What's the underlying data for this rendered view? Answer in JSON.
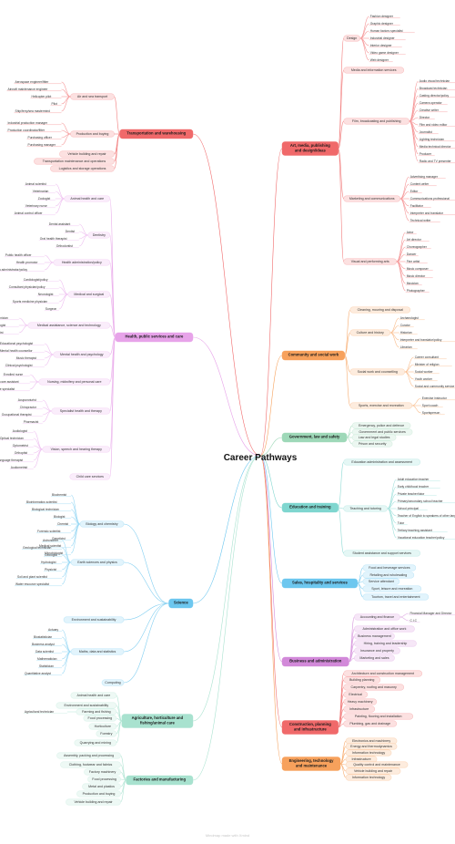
{
  "root": "Career Pathways",
  "footer": "Mindmap made with Xmind",
  "colors": {
    "red": "#f0696a",
    "orange": "#f7a15c",
    "green": "#9ed8b8",
    "teal": "#7fd6cf",
    "blue": "#6dc7ef",
    "pink": "#e7a3e9",
    "mint": "#a8e2cf",
    "purple": "#d289d9",
    "lavender": "#e6b5ec"
  },
  "branches": [
    {
      "label": "Transportation and warehousing",
      "color": "red",
      "children": [
        {
          "label": "Air and sea transport",
          "children": [
            "Aerospace engineer/fitter",
            "Aircraft maintenance engineer",
            "Helicopter pilot",
            "Pilot",
            "Ship/ferry/sea mastermind"
          ]
        },
        {
          "label": "Production and buying",
          "children": [
            "Industrial production manager",
            "Production coordinator/fitter",
            "Purchasing officer",
            "Purchasing manager"
          ]
        },
        {
          "label": "Vehicle building and repair",
          "children": []
        },
        {
          "label": "Transportation maintenance and operations",
          "children": []
        },
        {
          "label": "Logistics and storage operations",
          "children": []
        }
      ]
    },
    {
      "label": "Health, public services and care",
      "color": "pink",
      "children": [
        {
          "label": "Animal health and care",
          "children": [
            "Animal scientist",
            "Veterinarian",
            "Zoologist",
            "Veterinary nurse",
            "Animal control officer"
          ]
        },
        {
          "label": "Dentistry",
          "children": [
            "Dental assistant",
            "Dentist",
            "Oral health therapist",
            "Orthodontist"
          ]
        },
        {
          "label": "Health administration/policy",
          "children": [
            "Public health officer",
            "Health promotor",
            "Health data administrator/policy"
          ]
        },
        {
          "label": "Medical and surgical",
          "children": [
            "Cardiologist/policy",
            "Consultant physician/policy",
            "Neurologist",
            "Sports medicine physician",
            "Surgeon"
          ]
        },
        {
          "label": "Medical assistance, science and technology",
          "children": [
            "Anaesthetic technician",
            "Medical imaging technologist",
            "Medical laboratory scientist"
          ]
        },
        {
          "label": "Mental health and psychology",
          "children": [
            "Educational psychologist",
            "Mental health counsellor",
            "Music therapist",
            "Clinical psychologist"
          ]
        },
        {
          "label": "Nursing, midwifery and personal care",
          "children": [
            "Enrolled nurse",
            "Health care assistant",
            "Clinical nurse specialist"
          ]
        },
        {
          "label": "Specialist health and therapy",
          "children": [
            "Acupuncturist",
            "Chiropractor",
            "Occupational therapist",
            "Pharmacist"
          ]
        },
        {
          "label": "Vision, speech and hearing therapy",
          "children": [
            "Audiologist",
            "Optical technician",
            "Optometrist",
            "Orthoptist",
            "Speech language therapist",
            "Audiometrist"
          ]
        },
        {
          "label": "Child care services",
          "children": []
        }
      ]
    },
    {
      "label": "Science",
      "color": "blue",
      "children": [
        {
          "label": "Biology and chemistry",
          "children": [
            "Biochemist",
            "Bioinformatics scientist",
            "Biological technician",
            "Biologist",
            "Chemist",
            "Forensic scientist",
            "Geneticist",
            "Medical scientist",
            "Microbiologist"
          ]
        },
        {
          "label": "Earth sciences and physics",
          "children": [
            "Astronomer",
            "Geological technician",
            "Geologist",
            "Hydrologist",
            "Physicist",
            "Soil and plant scientist",
            "Water resource specialist"
          ]
        },
        {
          "label": "Environment and sustainability",
          "children": []
        },
        {
          "label": "Maths, data and statistics",
          "children": [
            "Actuary",
            "Biostatistician",
            "Business analyst",
            "Data scientist",
            "Mathematician",
            "Statistician",
            "Quantitative analyst"
          ]
        },
        {
          "label": "Computing",
          "children": []
        }
      ]
    },
    {
      "label": "Agriculture, horticulture and fishing/animal care",
      "color": "mint",
      "children": [
        {
          "label": "Animal health and care",
          "children": []
        },
        {
          "label": "Environment and sustainability",
          "children": []
        },
        {
          "label": "Farming and fishing",
          "children": [
            "Agricultural technician"
          ]
        },
        {
          "label": "Food processing",
          "children": []
        },
        {
          "label": "Horticulture",
          "children": []
        },
        {
          "label": "Forestry",
          "children": []
        },
        {
          "label": "Quarrying and mining",
          "children": []
        }
      ]
    },
    {
      "label": "Factories and manufacturing",
      "color": "mint",
      "children": [
        {
          "label": "Assembly, packing and processing",
          "children": []
        },
        {
          "label": "Clothing, footwear and fabrics",
          "children": []
        },
        {
          "label": "Factory machinery",
          "children": []
        },
        {
          "label": "Food processing",
          "children": []
        },
        {
          "label": "Metal and plastics",
          "children": []
        },
        {
          "label": "Production and buying",
          "children": []
        },
        {
          "label": "Vehicle building and repair",
          "children": []
        }
      ]
    },
    {
      "label": "Art, media, publishing and design/ideas",
      "color": "red",
      "children": [
        {
          "label": "Design",
          "children": [
            "Fashion designer",
            "Graphic designer",
            "Human factors specialist",
            "Industrial designer",
            "Interior designer",
            "Video game designer",
            "Web designer"
          ]
        },
        {
          "label": "Media and information services",
          "children": []
        },
        {
          "label": "Film, broadcasting and publishing",
          "children": [
            "Audio visual technician",
            "Broadcast technician",
            "Casting director/policy",
            "Camera operator",
            "Creative writer",
            "Director",
            "Film and video editor",
            "Journalist",
            "Lighting technician",
            "Media technical director",
            "Producer",
            "Radio and TV presenter"
          ]
        },
        {
          "label": "Marketing and communications",
          "children": [
            "Advertising manager",
            "Content writer",
            "Editor",
            "Communications professional",
            "Facilitator",
            "Interpreter and translator",
            "Technical writer"
          ]
        },
        {
          "label": "Visual and performing arts",
          "children": [
            "Actor",
            "Art director",
            "Choreographer",
            "Dancer",
            "Fine artist",
            "Music composer",
            "Music director",
            "Musician",
            "Photographer"
          ]
        }
      ]
    },
    {
      "label": "Community and social work",
      "color": "orange",
      "children": [
        {
          "label": "Cleaning, mouring and disposal",
          "children": []
        },
        {
          "label": "Culture and history",
          "children": [
            "Archaeologist",
            "Curator",
            "Historian",
            "Interpreter and translator/policy",
            "Librarian"
          ]
        },
        {
          "label": "Social work and counselling",
          "children": [
            "Career consultant",
            "Minister of religion",
            "Social worker",
            "Youth worker",
            "Social and community service manager"
          ]
        },
        {
          "label": "Sports, exercise and recreation",
          "children": [
            "Exercise instructor",
            "Sport coach",
            "Sportsperson"
          ]
        }
      ]
    },
    {
      "label": "Government, law and safety",
      "color": "green",
      "children": [
        {
          "label": "Emergency, police and defence",
          "children": []
        },
        {
          "label": "Government and public services",
          "children": []
        },
        {
          "label": "Law and legal studies",
          "children": []
        },
        {
          "label": "Prison and security",
          "children": []
        }
      ]
    },
    {
      "label": "Education and training",
      "color": "teal",
      "children": [
        {
          "label": "Education administration and assessment",
          "children": []
        },
        {
          "label": "Teaching and tutoring",
          "children": [
            "Adult education teacher",
            "Early childhood teacher",
            "Private teacher/tutor",
            "Primary/secondary school teacher",
            "School principal",
            "Teacher of English to speakers of other languages",
            "Tutor",
            "Tertiary teaching assistant",
            "Vocational education teacher/policy"
          ]
        },
        {
          "label": "Student assistance and support services",
          "children": []
        }
      ]
    },
    {
      "label": "Sales, hospitality and services",
      "color": "blue",
      "children": [
        {
          "label": "Food and beverage services",
          "children": []
        },
        {
          "label": "Retailing and wholesaling",
          "children": []
        },
        {
          "label": "Service attendant",
          "children": []
        },
        {
          "label": "Sport, leisure and recreation",
          "children": []
        },
        {
          "label": "Tourism, travel and entertainment",
          "children": []
        }
      ]
    },
    {
      "label": "Business and administration",
      "color": "purple",
      "children": [
        {
          "label": "Accounting and finance",
          "children": [
            "Financial Manager and Director",
            "C.I.C"
          ]
        },
        {
          "label": "Administration and office work",
          "children": []
        },
        {
          "label": "Business management",
          "children": []
        },
        {
          "label": "Hiring, training and leadership",
          "children": []
        },
        {
          "label": "Insurance and property",
          "children": []
        },
        {
          "label": "Marketing and sales",
          "children": []
        }
      ]
    },
    {
      "label": "Construction, planning and infrastructure",
      "color": "red",
      "children": [
        {
          "label": "Architecture and construction management",
          "children": []
        },
        {
          "label": "Building planning",
          "children": []
        },
        {
          "label": "Carpentry, roofing and masonry",
          "children": []
        },
        {
          "label": "Electrical",
          "children": []
        },
        {
          "label": "Heavy machinery",
          "children": []
        },
        {
          "label": "Infrastructure",
          "children": []
        },
        {
          "label": "Painting, flooring and installation",
          "children": []
        },
        {
          "label": "Plumbing, gas and drainage",
          "children": []
        }
      ]
    },
    {
      "label": "Engineering, technology and maintenance",
      "color": "orange",
      "children": [
        {
          "label": "Electronics and machinery",
          "children": []
        },
        {
          "label": "Energy and thermodynamics",
          "children": []
        },
        {
          "label": "Information technology",
          "children": []
        },
        {
          "label": "Infrastructure",
          "children": []
        },
        {
          "label": "Quality control and maintenance",
          "children": []
        },
        {
          "label": "Vehicle building and repair",
          "children": []
        },
        {
          "label": "Information technology",
          "children": []
        }
      ]
    }
  ]
}
